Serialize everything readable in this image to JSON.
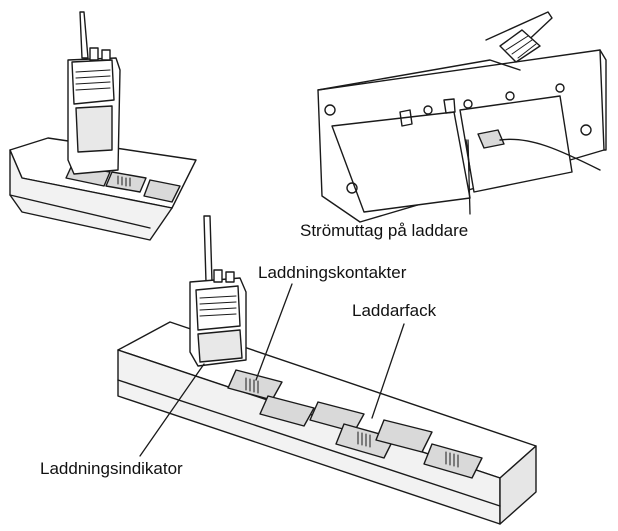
{
  "labels": {
    "power_socket": "Strömuttag på laddare",
    "charging_contacts": "Laddningskontakter",
    "charger_slot": "Laddarfack",
    "charging_indicator": "Laddningsindikator"
  },
  "colors": {
    "line": "#1a1a1a",
    "fill": "#ffffff",
    "shade": "#d9d9d9"
  }
}
